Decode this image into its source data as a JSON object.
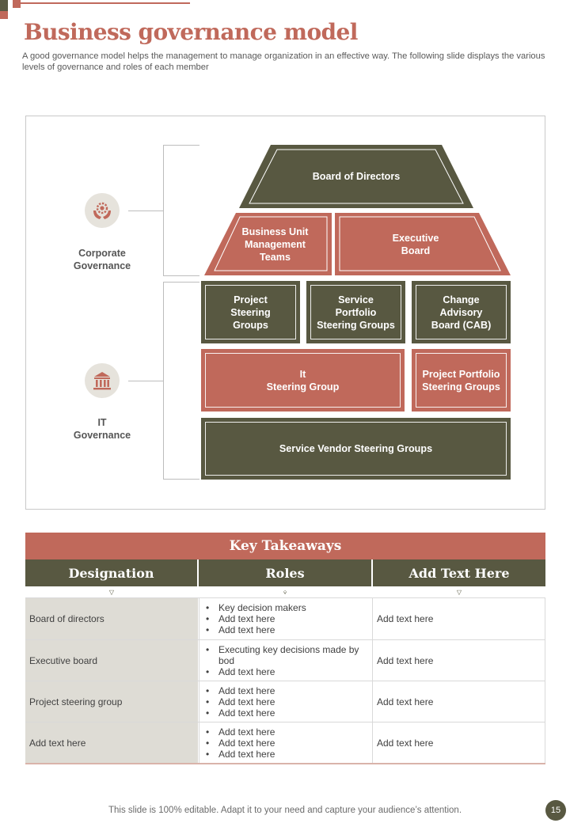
{
  "slide": {
    "title": "Business governance model",
    "subtitle": "A good governance model helps the management to manage organization in an effective way. The following slide displays the various levels of governance and roles of each member",
    "footer": "This slide is 100% editable. Adapt it to your need and capture your audience’s attention.",
    "page_number": "15"
  },
  "diagram": {
    "corporate_label": "Corporate\nGovernance",
    "it_label": "IT\nGovernance",
    "board_of_directors": "Board of Directors",
    "business_unit": "Business  Unit\nManagement\nTeams",
    "executive_board": "Executive\nBoard",
    "project_steering": "Project\nSteering\nGroups",
    "service_portfolio": "Service\nPortfolio\nSteering Groups",
    "change_advisory": "Change\nAdvisory\nBoard (CAB)",
    "it_steering": "It\nSteering Group",
    "project_portfolio": "Project Portfolio\nSteering Groups",
    "service_vendor": "Service Vendor Steering Groups",
    "icons": [
      "gear-hands-icon",
      "bank-building-icon"
    ]
  },
  "takeaways": {
    "title": "Key Takeaways",
    "columns": [
      "Designation",
      "Roles",
      "Add Text Here"
    ],
    "rows": [
      {
        "designation": "Board of directors",
        "roles": [
          "Key decision makers",
          "Add text here",
          "Add text here"
        ],
        "text": "Add text here"
      },
      {
        "designation": "Executive  board",
        "roles": [
          "Executing key decisions made by bod",
          "Add text here"
        ],
        "text": "Add text here"
      },
      {
        "designation": "Project steering group",
        "roles": [
          "Add text here",
          "Add text here",
          "Add text here"
        ],
        "text": "Add text here"
      },
      {
        "designation": "Add text here",
        "roles": [
          "Add text here",
          "Add text here",
          "Add text here"
        ],
        "text": "Add text here"
      }
    ]
  },
  "colors": {
    "olive": "#585841",
    "rust": "#c0695b",
    "light_gray": "#dedcd5"
  }
}
